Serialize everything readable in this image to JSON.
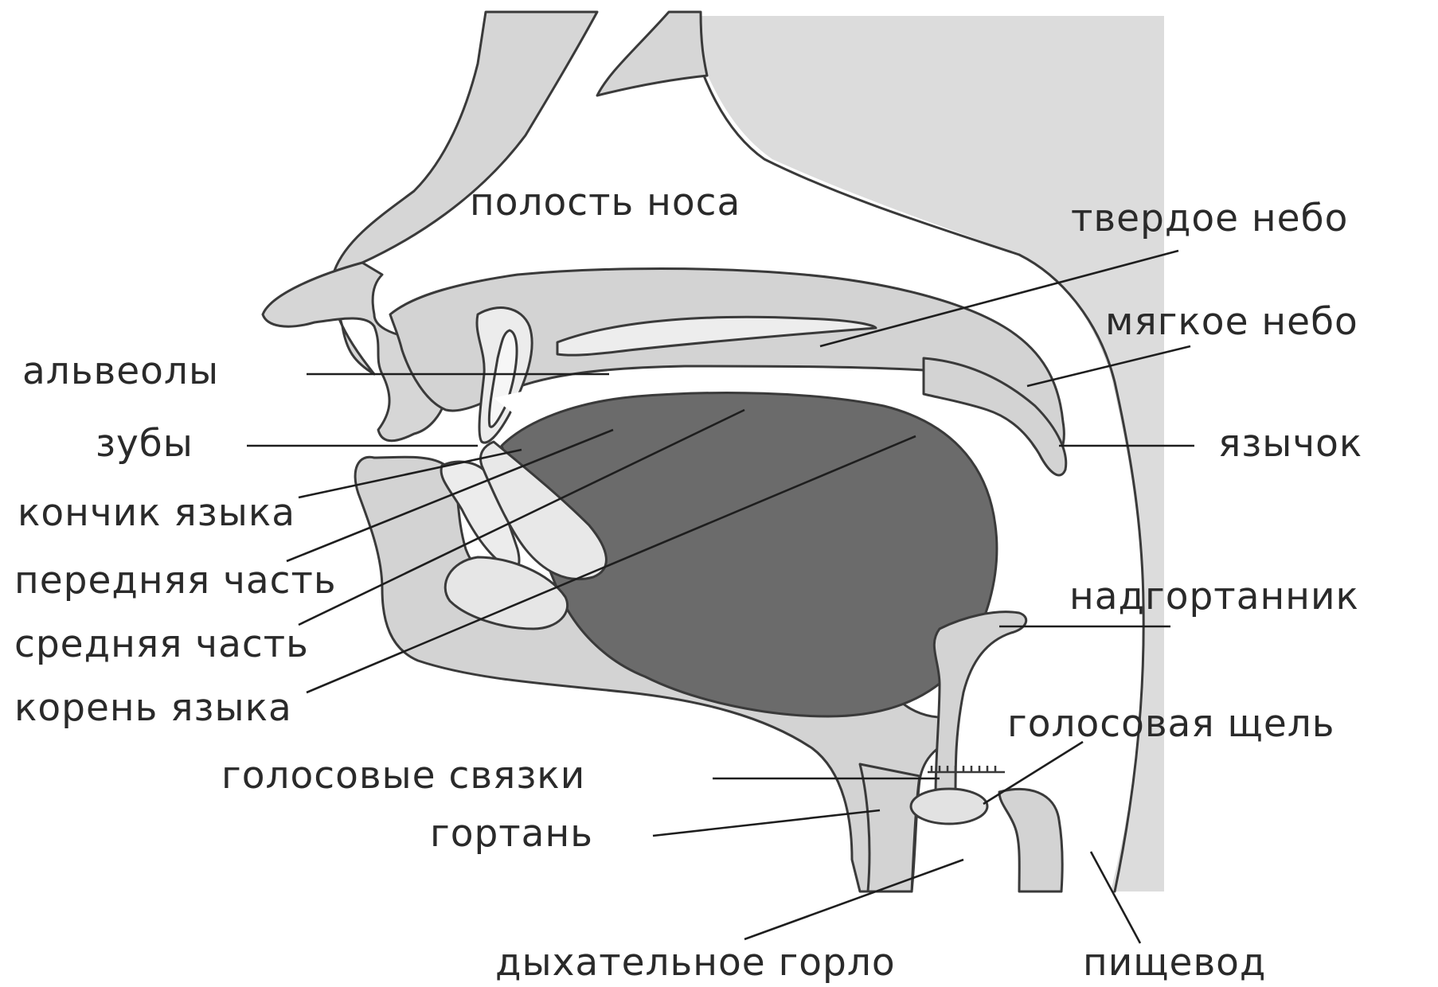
{
  "colors": {
    "background": "#ffffff",
    "back_panel": "#dcdcdc",
    "tissue": "#d3d3d3",
    "tongue": "#6b6b6b",
    "outline": "#3a3a3a",
    "label_text": "#2a2a2a"
  },
  "labels": {
    "nasal_cavity": "полость носа",
    "hard_palate": "твердое небо",
    "soft_palate": "мягкое небо",
    "alveoli": "альвеолы",
    "teeth": "зубы",
    "uvula": "язычок",
    "tongue_tip": "кончик языка",
    "front_part": "передняя часть",
    "middle_part": "средняя часть",
    "tongue_root": "корень языка",
    "epiglottis": "надгортанник",
    "glottis": "голосовая щель",
    "vocal_cords": "голосовые связки",
    "larynx": "гортань",
    "trachea": "дыхательное горло",
    "esophagus": "пищевод"
  }
}
